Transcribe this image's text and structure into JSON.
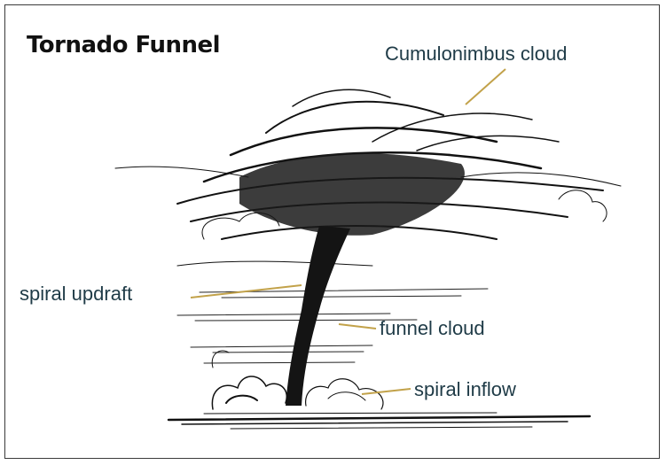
{
  "title": "Tornado Funnel",
  "labels": {
    "cumulonimbus": "Cumulonimbus cloud",
    "spiral_updraft": "spiral updraft",
    "funnel_cloud": "funnel cloud",
    "spiral_inflow": "spiral inflow"
  },
  "colors": {
    "leader_line": "#c2a24a",
    "label_text": "#1f3b47",
    "ink": "#111111"
  }
}
